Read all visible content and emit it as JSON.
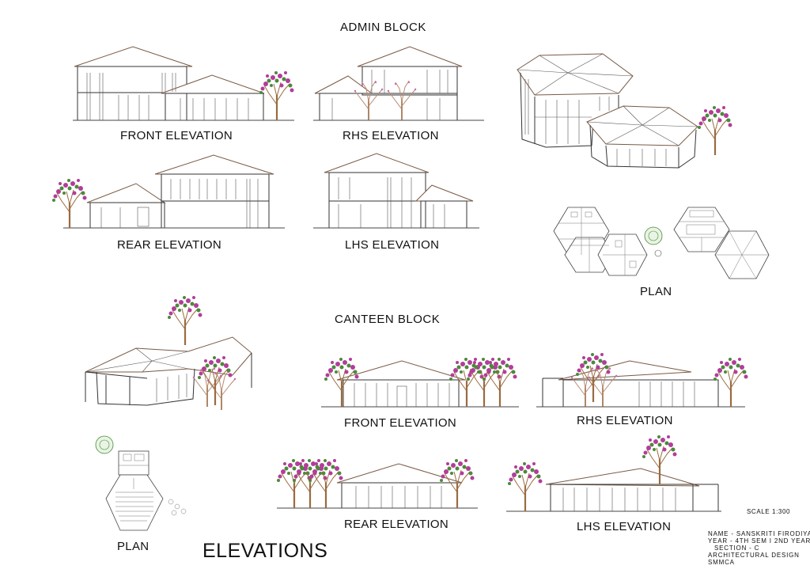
{
  "admin_block": {
    "title": "ADMIN BLOCK",
    "front_label": "FRONT ELEVATION",
    "rhs_label": "RHS ELEVATION",
    "rear_label": "REAR ELEVATION",
    "lhs_label": "LHS ELEVATION",
    "plan_label": "PLAN"
  },
  "canteen_block": {
    "title": "CANTEEN BLOCK",
    "front_label": "FRONT ELEVATION",
    "rhs_label": "RHS ELEVATION",
    "rear_label": "REAR ELEVATION",
    "lhs_label": "LHS ELEVATION",
    "plan_label": "PLAN"
  },
  "sheet_title": "ELEVATIONS",
  "scale": "SCALE 1:300",
  "title_block": {
    "name": "NAME -  SANSKRITI FIRODIYA",
    "year": "YEAR  -  4TH SEM  I 2ND YEAR",
    "section": "SECTION  -  C",
    "subject": "ARCHITECTURAL  DESIGN",
    "school": "SMMCA"
  },
  "colors": {
    "blossom": "#b23d9a",
    "foliage": "#4b8a3a",
    "trunk": "#9a6b40",
    "roof_line": "#7a5a44",
    "line": "#333333"
  }
}
